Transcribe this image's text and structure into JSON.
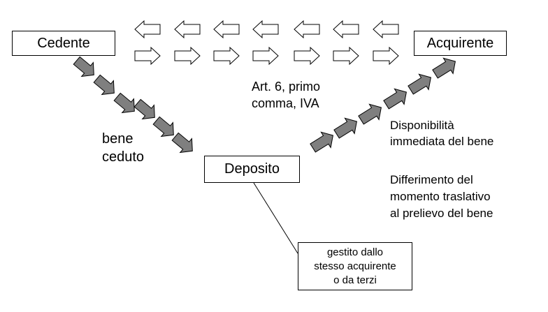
{
  "nodes": {
    "cedente": "Cedente",
    "acquirente": "Acquirente",
    "deposito": "Deposito"
  },
  "labels": {
    "bene_ceduto": [
      "bene",
      "ceduto"
    ],
    "art6": [
      "Art. 6, primo",
      "comma, IVA"
    ],
    "disponibilita": [
      "Disponibilità",
      "immediata del bene"
    ],
    "differimento": [
      "Differimento del",
      "momento traslativo",
      "al prelievo del bene"
    ],
    "gestito": [
      "gestito dallo",
      "stesso acquirente",
      "o da terzi"
    ]
  },
  "colors": {
    "solid_arrow_fill": "#7f7f7f",
    "solid_arrow_stroke": "#000000",
    "hollow_arrow_fill": "#ffffff",
    "stroke": "#000000",
    "text": "#000000"
  },
  "icons": {
    "flow_arrow": "block-arrow-icon"
  }
}
